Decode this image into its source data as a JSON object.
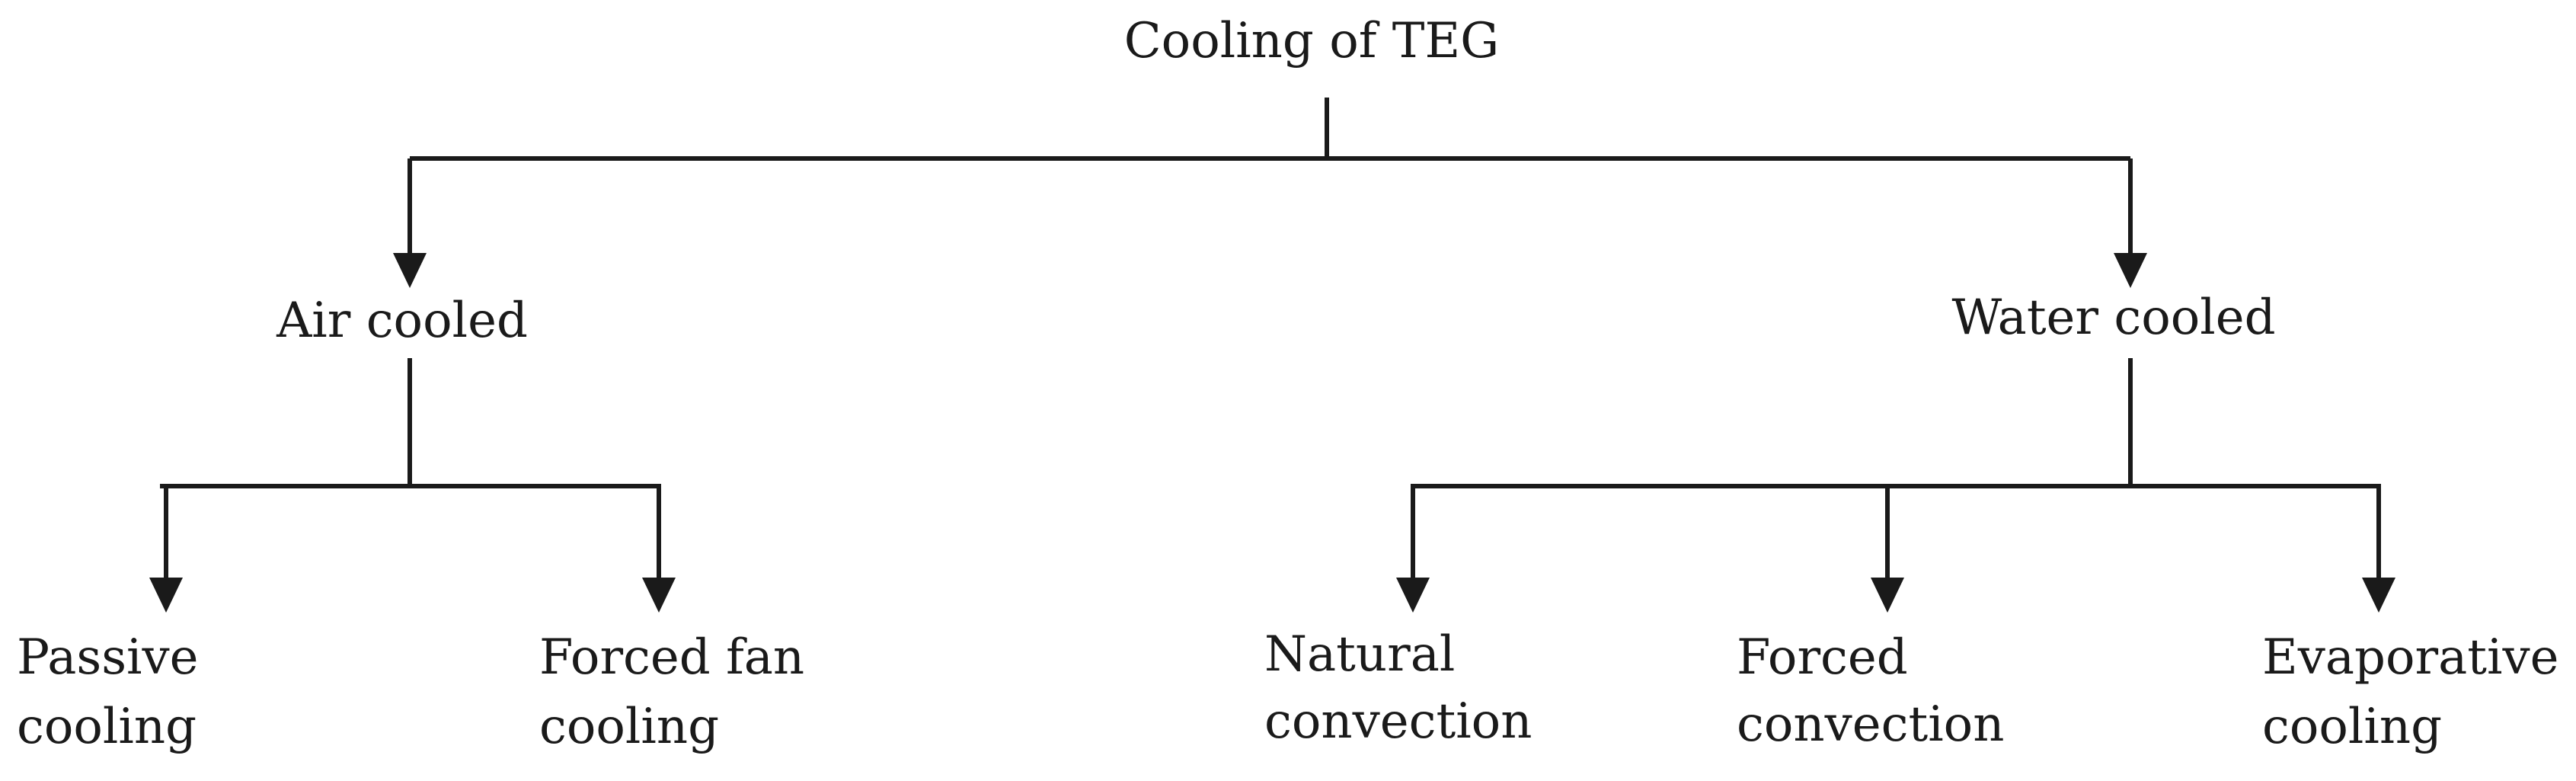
{
  "diagram": {
    "root": {
      "label": "Cooling of TEG"
    },
    "branches": [
      {
        "label": "Air cooled",
        "children": [
          {
            "line1": "Passive",
            "line2": "cooling"
          },
          {
            "line1": "Forced fan",
            "line2": "cooling"
          }
        ]
      },
      {
        "label": "Water cooled",
        "children": [
          {
            "line1": "Natural",
            "line2": "convection"
          },
          {
            "line1": "Forced",
            "line2": "convection"
          },
          {
            "line1": "Evaporative",
            "line2": "cooling"
          }
        ]
      }
    ]
  },
  "colors": {
    "line": "#1a1a1a",
    "text": "#1a1a1a",
    "background": "#ffffff"
  }
}
